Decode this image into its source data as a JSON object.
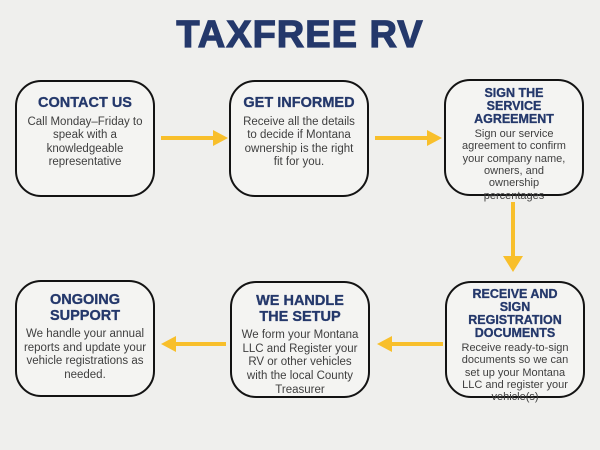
{
  "page": {
    "title": "TAXFREE RV"
  },
  "colors": {
    "background": "#EFEFED",
    "box_fill": "#F4F4F2",
    "box_border": "#131313",
    "heading_navy": "#24386B",
    "body_text": "#3F3F3F",
    "arrow_yellow": "#F8BF2B"
  },
  "flow": {
    "steps": [
      {
        "id": "contact-us",
        "title": "CONTACT US",
        "description": "Call Monday–Friday to\nspeak with a\nknowledgeable\nrepresentative"
      },
      {
        "id": "get-informed",
        "title": "GET INFORMED",
        "description": "Receive all the details\nto decide if Montana\nownership is the right\nfit for you."
      },
      {
        "id": "sign-the-service-agreement",
        "title": "SIGN THE\nSERVICE\nAGREEMENT",
        "description": "Sign our service\nagreement to confirm\nyour company name,\nowners, and\nownership\npercentages"
      },
      {
        "id": "receive-and-sign-registration-documents",
        "title": "RECEIVE AND\nSIGN\nREGISTRATION\nDOCUMENTS",
        "description": "Receive ready-to-sign\ndocuments so we can\nset up your Montana\nLLC and register your\nvehicle(s)"
      },
      {
        "id": "we-handle-the-setup",
        "title": "WE HANDLE\nTHE SETUP",
        "description": "We form your Montana\nLLC and Register your\nRV or other vehicles\nwith the local County\nTreasurer"
      },
      {
        "id": "ongoing-support",
        "title": "ONGOING\nSUPPORT",
        "description": "We handle your annual\nreports and update your\nvehicle registrations as\nneeded."
      }
    ],
    "arrows": [
      {
        "from": "contact-us",
        "to": "get-informed",
        "direction": "right"
      },
      {
        "from": "get-informed",
        "to": "sign-the-service-agreement",
        "direction": "right"
      },
      {
        "from": "sign-the-service-agreement",
        "to": "receive-and-sign-registration-documents",
        "direction": "down"
      },
      {
        "from": "receive-and-sign-registration-documents",
        "to": "we-handle-the-setup",
        "direction": "left"
      },
      {
        "from": "we-handle-the-setup",
        "to": "ongoing-support",
        "direction": "left"
      }
    ]
  }
}
